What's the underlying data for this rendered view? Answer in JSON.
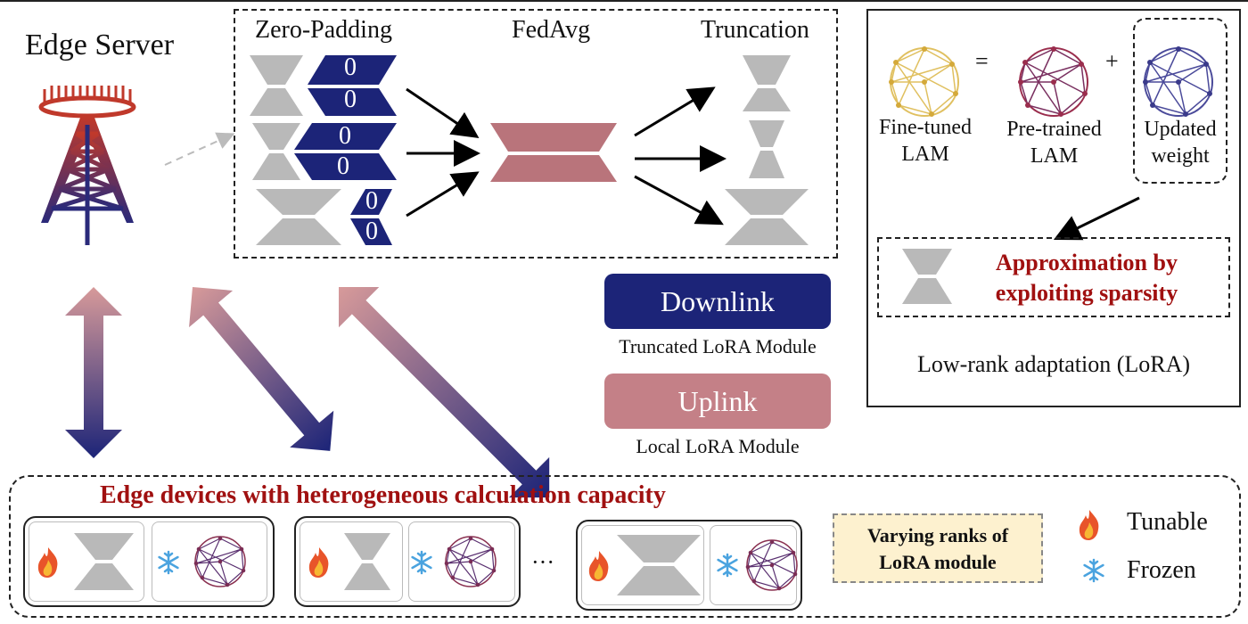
{
  "server": {
    "label": "Edge Server"
  },
  "pipeline": {
    "zero_padding": "Zero-Padding",
    "fedavg": "FedAvg",
    "truncation": "Truncation",
    "zero_glyph": "0"
  },
  "links": {
    "downlink": "Downlink",
    "downlink_caption": "Truncated LoRA Module",
    "uplink": "Uplink",
    "uplink_caption": "Local LoRA Module"
  },
  "lora_panel": {
    "eq": "=",
    "plus": "+",
    "finetuned_1": "Fine-tuned",
    "finetuned_2": "LAM",
    "pretrained_1": "Pre-trained",
    "pretrained_2": "LAM",
    "updated_1": "Updated",
    "updated_2": "weight",
    "approx_1": "Approximation by",
    "approx_2": "exploiting sparsity",
    "title": "Low-rank adaptation (LoRA)"
  },
  "devices": {
    "title": "Edge devices with heterogeneous calculation capacity",
    "ellipsis": "···",
    "varying_1": "Varying ranks of",
    "varying_2": "LoRA module",
    "tunable": "Tunable",
    "frozen": "Frozen"
  },
  "colors": {
    "navy": "#1c2478",
    "rose": "#b9747b",
    "gray": "#b9b9b9",
    "red_text": "#a01010",
    "note_bg": "#fdf1cf"
  },
  "icons": [
    "radio-tower-icon",
    "flame-icon",
    "snowflake-icon",
    "geodesic-sphere-icon"
  ]
}
